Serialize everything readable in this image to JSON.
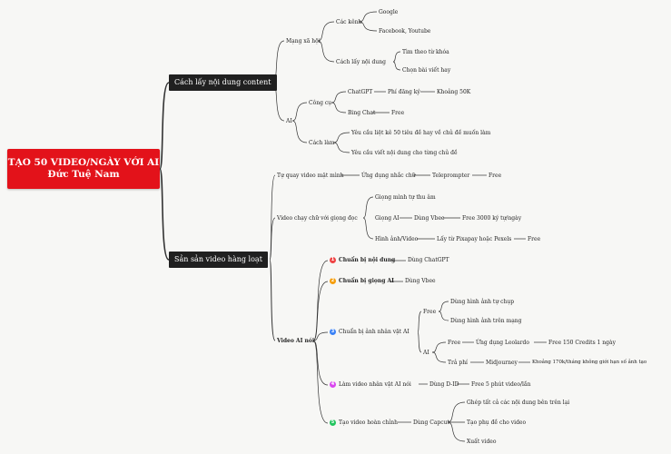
{
  "root": {
    "title": "TẠO 50 VIDEO/NGÀY VỚI AI",
    "subtitle": "Đức Tuệ Nam"
  },
  "branch1": {
    "label": "Cách lấy nội dung content",
    "social": {
      "label": "Mạng xã hội",
      "channels": {
        "label": "Các kênh",
        "google": "Google",
        "fb": "Facebook, Youtube"
      },
      "method": {
        "label": "Cách lấy nội dung",
        "keyword": "Tìm theo từ khóa",
        "pick": "Chọn bài viết hay"
      }
    },
    "ai": {
      "label": "AI",
      "tools": {
        "label": "Công cụ",
        "chatgpt": "ChatGPT",
        "paid": "Phí đăng ký",
        "price": "Khoảng 50K",
        "bing": "Bing Chat",
        "free": "Free"
      },
      "how": {
        "label": "Cách làm",
        "step1": "Yêu cầu liệt kê 50 tiêu đề hay về chủ đề muốn làm",
        "step2": "Yêu cầu viết nội dung cho từng chủ đề"
      }
    }
  },
  "branch2": {
    "label": "Sản sản video hàng loạt",
    "self": {
      "label": "Tự quay video mặt mình",
      "app": "Ứng dụng nhắc chữ",
      "tele": "Teleprompter",
      "free": "Free"
    },
    "voice": {
      "label": "Video chạy chữ với giọng đọc",
      "rec": "Giọng mình tự thu âm",
      "ai": "Giọng AI",
      "vbee": "Dùng Vbee",
      "quota": "Free 3000 ký tự/ngày",
      "img": "Hình ảnh/Video",
      "pix": "Lấy từ Pixapay hoặc  Pexels",
      "free": "Free"
    },
    "talk": {
      "label": "Video AI nói",
      "s1": {
        "badge": "1",
        "label": "Chuẩn bị nội dung",
        "val": "Dùng ChatGPT"
      },
      "s2": {
        "badge": "2",
        "label": "Chuẩn bị giọng AI",
        "val": "Dùng Vbee"
      },
      "s3": {
        "badge": "3",
        "label": "Chuẩn bị ảnh nhân vật AI",
        "free": "Free",
        "own": "Dùng hình ảnh tự chụp",
        "web": "Dùng hình ảnh trên mạng",
        "ai": "AI",
        "aifree": "Free",
        "leo": "Ứng dụng Leolardo",
        "credits": "Free 150 Credits 1 ngày",
        "paid": "Trả phí",
        "mj": "Midjourney",
        "mjprice": "Khoảng 170k/tháng không giới hạn số ảnh tạo"
      },
      "s4": {
        "badge": "4",
        "label": "Làm video nhân vật AI nói",
        "did": "Dùng D-ID",
        "limit": "Free 5 phút video/lần"
      },
      "s5": {
        "badge": "5",
        "label": "Tạo video hoàn chỉnh",
        "capcut": "Dùng Capcut",
        "a": "Ghép tất cả các nội dung bên trên lại",
        "b": "Tạo phụ đề cho video",
        "c": "Xuất video"
      }
    }
  },
  "colors": {
    "root": "#e3121a",
    "b1": "#ef4444",
    "b2": "#f59e0b",
    "b3": "#3b82f6",
    "b4": "#d946ef",
    "b5": "#22c55e"
  }
}
